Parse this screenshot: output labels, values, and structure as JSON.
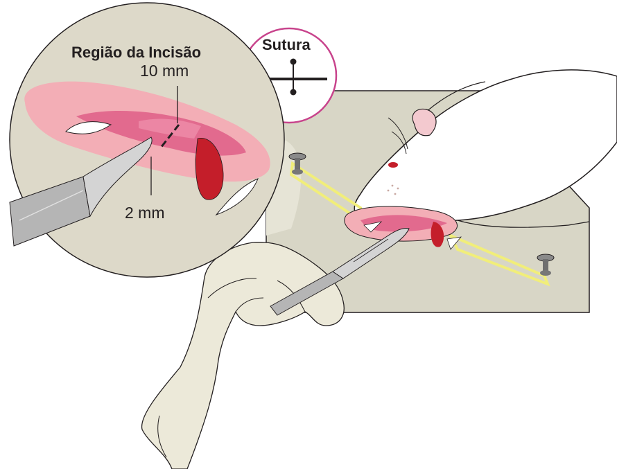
{
  "labels": {
    "incision_region": "Região da Incisão",
    "suture": "Sutura",
    "length_10": "10 mm",
    "length_2": "2 mm"
  },
  "colors": {
    "magnifier_fill": "#ddd9c9",
    "board_fill": "#d8d6c6",
    "lip_outer": "#f3aeb6",
    "lip_inner": "#e26a8e",
    "tongue": "#c41e2a",
    "suture_circle": "#c8438c",
    "rubber_band": "#f1ee7a",
    "glove": "#ece9d9",
    "blade": "#c9c9c9",
    "ink": "#231f20"
  },
  "icons": [
    "scalpel-icon",
    "gloved-hand-icon",
    "pin-icon",
    "suture-cross-icon"
  ]
}
